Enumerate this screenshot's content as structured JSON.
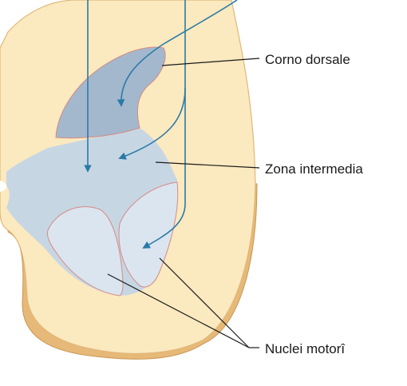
{
  "labels": {
    "dorsal_horn": "Corno dorsale",
    "intermediate_zone": "Zona intermedia",
    "motor_nuclei": "Nuclei motorî"
  },
  "colors": {
    "white_matter": "#fbe9bf",
    "white_matter_edge": "#e0b878",
    "gray_matter": "#c7d6e3",
    "dorsal_horn": "#a3b8cc",
    "motor_nuclei": "#dbe5ef",
    "nucleus_outline": "#d58a86",
    "arrow": "#2a7aa8",
    "leader_line": "#1a1a1a"
  }
}
